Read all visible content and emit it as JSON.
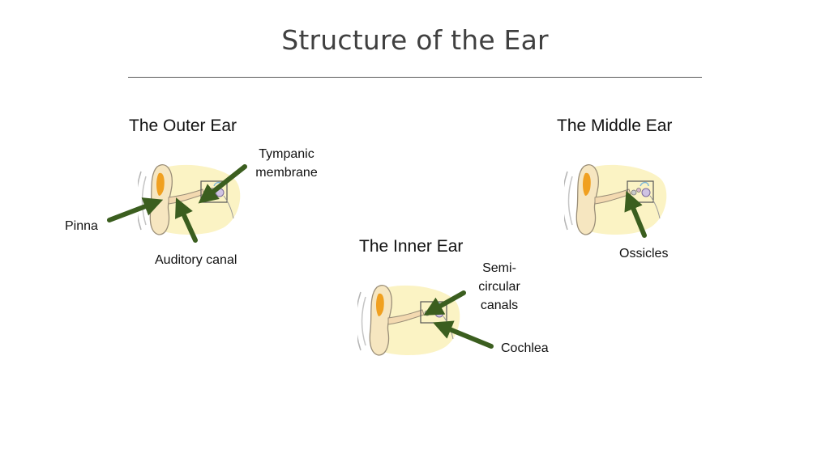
{
  "slide": {
    "title": "Structure of the Ear"
  },
  "sections": {
    "outer": {
      "heading": "The Outer Ear"
    },
    "middle": {
      "heading": "The Middle Ear"
    },
    "inner": {
      "heading": "The Inner Ear"
    }
  },
  "labels": {
    "tympanic_line1": "Tympanic",
    "tympanic_line2": "membrane",
    "pinna": "Pinna",
    "auditory_canal": "Auditory canal",
    "ossicles": "Ossicles",
    "semicircular_line1": "Semi-",
    "semicircular_line2": "circular",
    "semicircular_line3": "canals",
    "cochlea": "Cochlea"
  },
  "colors": {
    "arrow": "#3b5e1f",
    "background_blob": "#fbf3c4",
    "pinna_accent": "#f0a020",
    "ear_outline": "#8a8a8a"
  },
  "icons": [
    "ear-illustration",
    "pointer-arrow"
  ]
}
